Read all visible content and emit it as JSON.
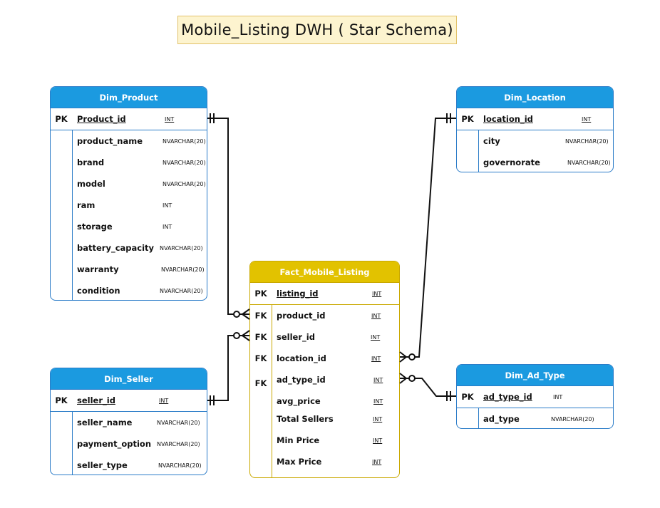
{
  "title": "Mobile_Listing DWH ( Star Schema)",
  "tables": {
    "dim_product": {
      "name": "Dim_Product",
      "pk": {
        "key": "PK",
        "name": "Product_id",
        "type": "INT"
      },
      "fields": [
        {
          "name": "product_name",
          "type": "NVARCHAR(20)"
        },
        {
          "name": "brand",
          "type": "NVARCHAR(20)"
        },
        {
          "name": "model",
          "type": "NVARCHAR(20)"
        },
        {
          "name": "ram",
          "type": "INT"
        },
        {
          "name": "storage",
          "type": "INT"
        },
        {
          "name": "battery_capacity",
          "type": "NVARCHAR(20)"
        },
        {
          "name": "warranty",
          "type": "NVARCHAR(20)"
        },
        {
          "name": "condition",
          "type": "NVARCHAR(20)"
        }
      ]
    },
    "dim_location": {
      "name": "Dim_Location",
      "pk": {
        "key": "PK",
        "name": "location_id",
        "type": "INT"
      },
      "fields": [
        {
          "name": "city",
          "type": "NVARCHAR(20)"
        },
        {
          "name": "governorate",
          "type": "NVARCHAR(20)"
        }
      ]
    },
    "fact": {
      "name": "Fact_Mobile_Listing",
      "pk": {
        "key": "PK",
        "name": "listing_id",
        "type": "INT"
      },
      "fields": [
        {
          "key": "FK",
          "name": "product_id",
          "type": "INT"
        },
        {
          "key": "FK",
          "name": "seller_id",
          "type": "INT"
        },
        {
          "key": "FK",
          "name": "location_id",
          "type": "INT"
        },
        {
          "key": "FK",
          "name": "ad_type_id",
          "type": "INT"
        },
        {
          "key": "",
          "name": "avg_price",
          "type": "INT"
        },
        {
          "key": "",
          "name": "Total Sellers",
          "type": "INT"
        },
        {
          "key": "",
          "name": "Min Price",
          "type": "INT"
        },
        {
          "key": "",
          "name": "Max Price",
          "type": "INT"
        }
      ]
    },
    "dim_seller": {
      "name": "Dim_Seller",
      "pk": {
        "key": "PK",
        "name": "seller_id",
        "type": "INT"
      },
      "fields": [
        {
          "name": "seller_name",
          "type": "NVARCHAR(20)"
        },
        {
          "name": "payment_option",
          "type": "NVARCHAR(20)"
        },
        {
          "name": "seller_type",
          "type": "NVARCHAR(20)"
        }
      ]
    },
    "dim_ad_type": {
      "name": "Dim_Ad_Type",
      "pk": {
        "key": "PK",
        "name": "ad_type_id",
        "type": "INT"
      },
      "fields": [
        {
          "name": "ad_type",
          "type": "NVARCHAR(20)"
        }
      ]
    }
  },
  "colors": {
    "dimension_header": "#1b9ae0",
    "fact_header": "#e2c200",
    "title_background": "#fdf4cf"
  }
}
